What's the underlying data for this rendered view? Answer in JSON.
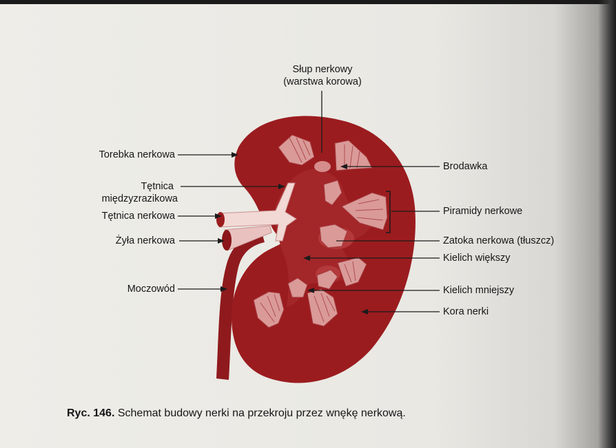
{
  "labels": {
    "slup_line1": "Słup nerkowy",
    "slup_line2": "(warstwa korowa)",
    "torebka": "Torebka nerkowa",
    "tetnica_mz_line1": "Tętnica",
    "tetnica_mz_line2": "międzyzrazikowa",
    "tetnica_nerkowa": "Tętnica nerkowa",
    "zyla_nerkowa": "Żyła nerkowa",
    "moczowod": "Moczowód",
    "brodawka": "Brodawka",
    "piramidy": "Piramidy nerkowe",
    "zatoka": "Zatoka nerkowa (tłuszcz)",
    "kielich_wiekszy": "Kielich większy",
    "kielich_mniejszy": "Kielich mniejszy",
    "kora": "Kora nerki"
  },
  "caption": {
    "number": "Ryc. 146.",
    "text": "Schemat budowy nerki na przekroju przez wnękę nerkową."
  },
  "colors": {
    "kidney": "#9b1c1f",
    "kidney_dark": "#7d1116",
    "pyramid": "#d99a98",
    "pyramid_stripe": "#a5393c",
    "pelvis": "#c14a4c",
    "vessel_light": "#f2d9d6",
    "leader": "#1b1b1b"
  }
}
